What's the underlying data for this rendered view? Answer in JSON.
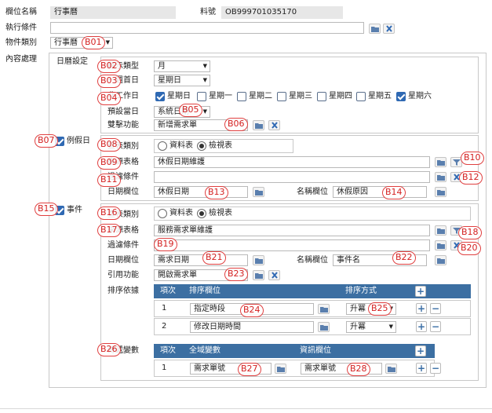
{
  "header": {
    "field_name_label": "欄位名稱",
    "field_name_value": "行事曆",
    "item_no_label": "料號",
    "item_no_value": "OB999701035170",
    "exec_condition_label": "執行條件",
    "exec_condition_value": "",
    "object_type_label": "物件類別",
    "object_type_value": "行事曆"
  },
  "content_label": "內容處理",
  "calendar": {
    "section_label": "日曆設定",
    "display_type_label": "顯示類型",
    "display_type_value": "月",
    "week_start_label": "一週首日",
    "week_start_value": "星期日",
    "non_work_label": "非工作日",
    "days": [
      {
        "label": "星期日",
        "checked": true
      },
      {
        "label": "星期一",
        "checked": false
      },
      {
        "label": "星期二",
        "checked": false
      },
      {
        "label": "星期三",
        "checked": false
      },
      {
        "label": "星期四",
        "checked": false
      },
      {
        "label": "星期五",
        "checked": false
      },
      {
        "label": "星期六",
        "checked": true
      }
    ],
    "default_day_label": "預設當日",
    "default_day_value": "系統日期",
    "double_click_label": "雙擊功能",
    "double_click_value": "新增需求單"
  },
  "holiday": {
    "label": "例假日",
    "checked": true,
    "query_type_label": "查表類別",
    "option_table": "資料表",
    "option_view": "檢視表",
    "selected": "view",
    "source_table_label": "來源表格",
    "source_table_value": "休假日期維護",
    "filter_label": "過濾條件",
    "filter_value": "",
    "date_field_label": "日期欄位",
    "date_field_value": "休假日期",
    "name_field_label": "名稱欄位",
    "name_field_value": "休假原因"
  },
  "event": {
    "label": "事件",
    "checked": true,
    "query_type_label": "查表類別",
    "option_table": "資料表",
    "option_view": "檢視表",
    "selected": "view",
    "source_table_label": "來源表格",
    "source_table_value": "服務需求單維護",
    "filter_label": "過濾條件",
    "filter_value": "",
    "date_field_label": "日期欄位",
    "date_field_value": "需求日期",
    "name_field_label": "名稱欄位",
    "name_field_value": "事件名",
    "ref_func_label": "引用功能",
    "ref_func_value": "開啟需求單",
    "sort_label": "排序依據",
    "sort_headers": {
      "no": "項次",
      "field": "排序欄位",
      "dir": "排序方式"
    },
    "sort_rows": [
      {
        "no": "1",
        "field": "指定時段",
        "dir": "升冪"
      },
      {
        "no": "2",
        "field": "修改日期時間",
        "dir": "升冪"
      }
    ],
    "pass_label": "傳遞變數",
    "pass_headers": {
      "no": "項次",
      "param": "全域變數",
      "info": "資訊欄位"
    },
    "pass_rows": [
      {
        "no": "1",
        "param": "需求單號",
        "info": "需求單號"
      }
    ]
  },
  "annotations": [
    "B01",
    "B02",
    "B03",
    "B04",
    "B05",
    "B06",
    "B07",
    "B08",
    "B09",
    "B10",
    "B11",
    "B12",
    "B13",
    "B14",
    "B15",
    "B16",
    "B17",
    "B18",
    "B19",
    "B20",
    "B21",
    "B22",
    "B23",
    "B24",
    "B25",
    "B26",
    "B27",
    "B28"
  ],
  "colors": {
    "accent": "#3c6fa2",
    "checkbox": "#2f69b3",
    "annotation": "#e04040",
    "readonly": "#e7e7e7"
  }
}
